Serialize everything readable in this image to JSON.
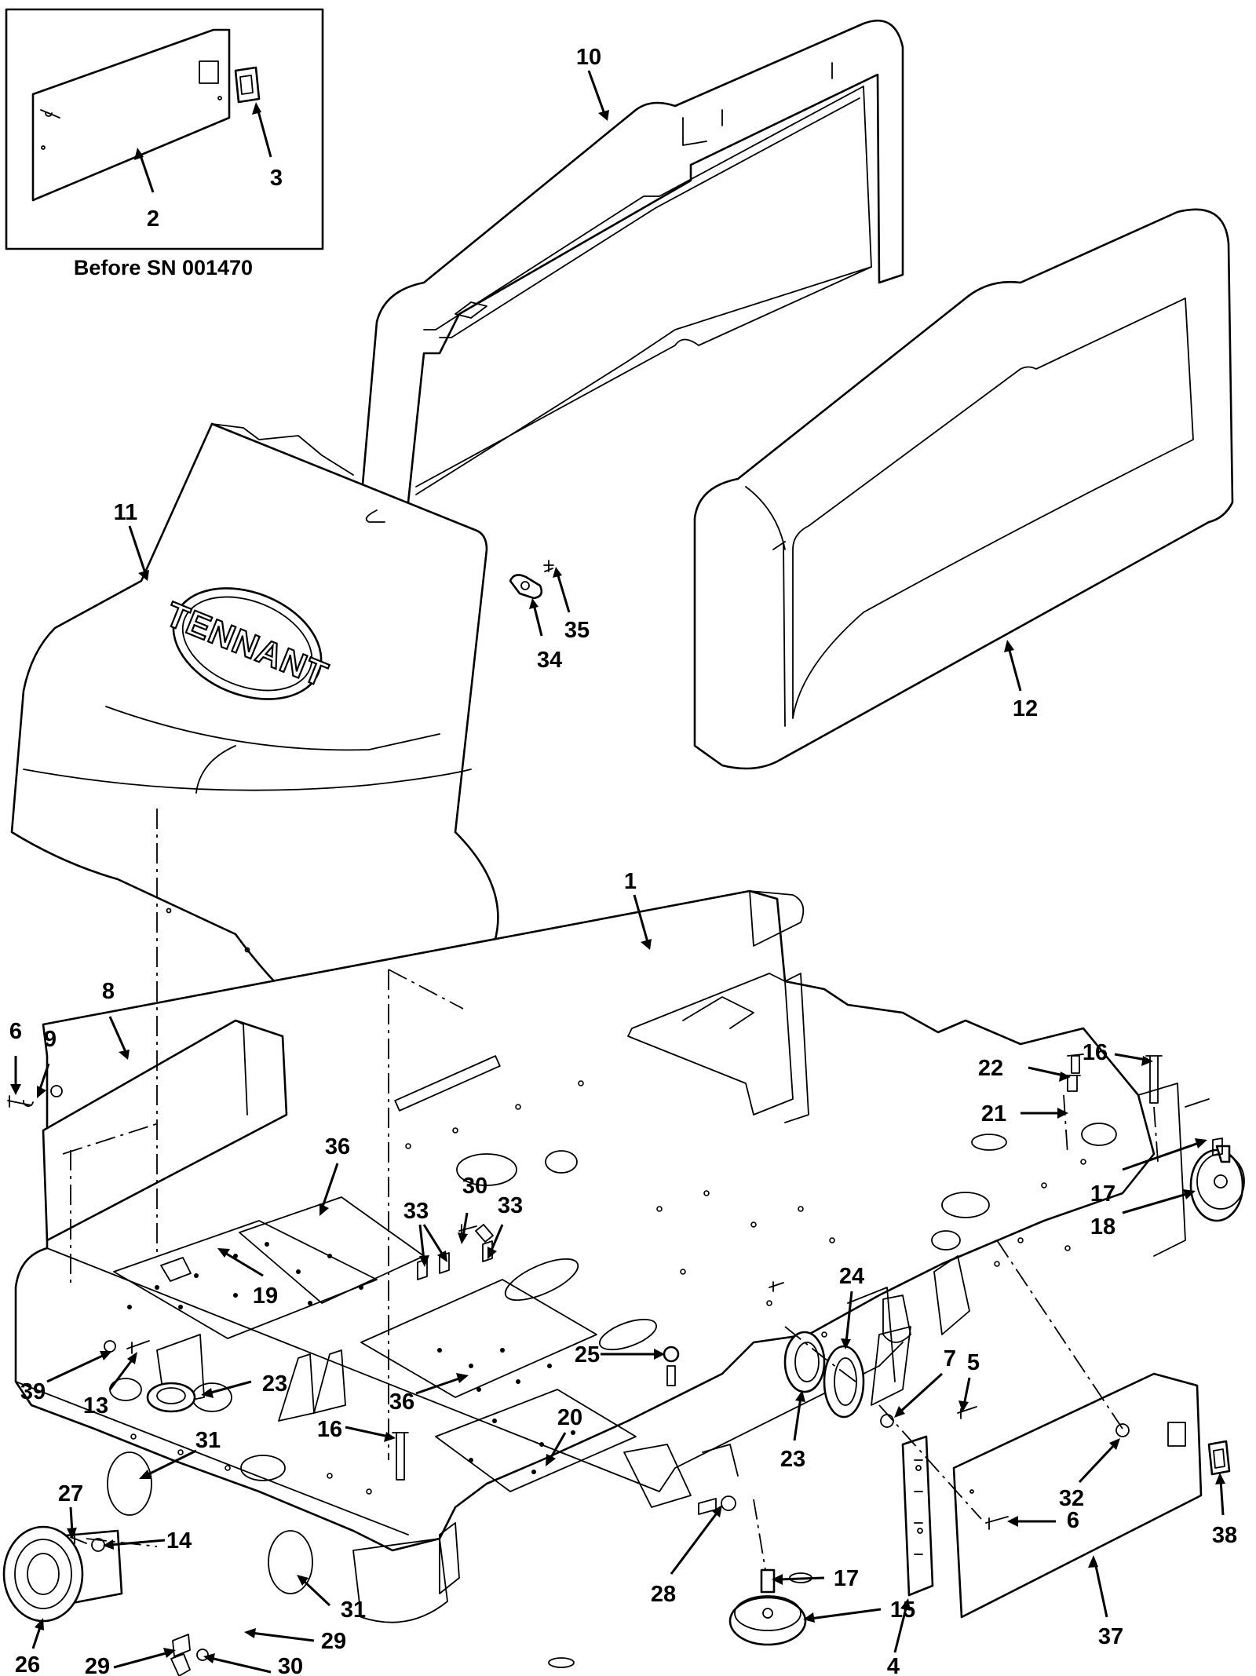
{
  "inset": {
    "caption": "Before SN 001470",
    "callouts": [
      "2",
      "3"
    ]
  },
  "logo": {
    "text": "TENNANT"
  },
  "callouts": [
    {
      "id": "c10",
      "label": "10"
    },
    {
      "id": "c11",
      "label": "11"
    },
    {
      "id": "c12",
      "label": "12"
    },
    {
      "id": "c34",
      "label": "34"
    },
    {
      "id": "c35",
      "label": "35"
    },
    {
      "id": "c1",
      "label": "1"
    },
    {
      "id": "c8",
      "label": "8"
    },
    {
      "id": "c6a",
      "label": "6"
    },
    {
      "id": "c9",
      "label": "9"
    },
    {
      "id": "c36a",
      "label": "36"
    },
    {
      "id": "c30a",
      "label": "30"
    },
    {
      "id": "c33a",
      "label": "33"
    },
    {
      "id": "c33b",
      "label": "33"
    },
    {
      "id": "c22",
      "label": "22"
    },
    {
      "id": "c16a",
      "label": "16"
    },
    {
      "id": "c21",
      "label": "21"
    },
    {
      "id": "c17a",
      "label": "17"
    },
    {
      "id": "c18",
      "label": "18"
    },
    {
      "id": "c19",
      "label": "19"
    },
    {
      "id": "c24",
      "label": "24"
    },
    {
      "id": "c39",
      "label": "39"
    },
    {
      "id": "c13",
      "label": "13"
    },
    {
      "id": "c23a",
      "label": "23"
    },
    {
      "id": "c20",
      "label": "20"
    },
    {
      "id": "c25",
      "label": "25"
    },
    {
      "id": "c7",
      "label": "7"
    },
    {
      "id": "c5",
      "label": "5"
    },
    {
      "id": "c32",
      "label": "32"
    },
    {
      "id": "c27",
      "label": "27"
    },
    {
      "id": "c31a",
      "label": "31"
    },
    {
      "id": "c36b",
      "label": "36"
    },
    {
      "id": "c16b",
      "label": "16"
    },
    {
      "id": "c14",
      "label": "14"
    },
    {
      "id": "c23b",
      "label": "23"
    },
    {
      "id": "c6b",
      "label": "6"
    },
    {
      "id": "c38",
      "label": "38"
    },
    {
      "id": "c26",
      "label": "26"
    },
    {
      "id": "c31b",
      "label": "31"
    },
    {
      "id": "c28",
      "label": "28"
    },
    {
      "id": "c17b",
      "label": "17"
    },
    {
      "id": "c15",
      "label": "15"
    },
    {
      "id": "c29a",
      "label": "29"
    },
    {
      "id": "c29b",
      "label": "29"
    },
    {
      "id": "c30b",
      "label": "30"
    },
    {
      "id": "c4",
      "label": "4"
    },
    {
      "id": "c37",
      "label": "37"
    }
  ]
}
